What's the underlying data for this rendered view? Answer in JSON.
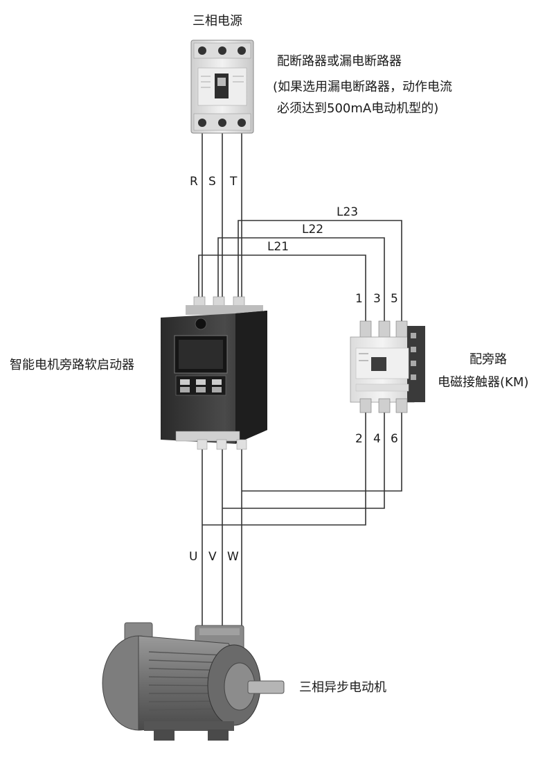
{
  "labels": {
    "power_source": "三相电源",
    "breaker_line1": "配断路器或漏电断路器",
    "breaker_line2": "(如果选用漏电断路器，动作电流",
    "breaker_line3": "必须达到500mA电动机型的)",
    "soft_starter": "智能电机旁路软启动器",
    "bypass_line1": "配旁路",
    "bypass_line2": "电磁接触器(KM)",
    "motor": "三相异步电动机"
  },
  "wires": {
    "input": [
      "R",
      "S",
      "T"
    ],
    "bypass": [
      "L21",
      "L22",
      "L23"
    ],
    "contactor_top": [
      "1",
      "3",
      "5"
    ],
    "contactor_bottom": [
      "2",
      "4",
      "6"
    ],
    "output": [
      "U",
      "V",
      "W"
    ]
  },
  "colors": {
    "wire": "#333333",
    "device_dark": "#3a3a3a",
    "device_light": "#e8e8e8"
  },
  "icons": {
    "breaker": "circuit-breaker-icon",
    "starter": "soft-starter-icon",
    "contactor": "contactor-icon",
    "motor": "motor-icon"
  }
}
